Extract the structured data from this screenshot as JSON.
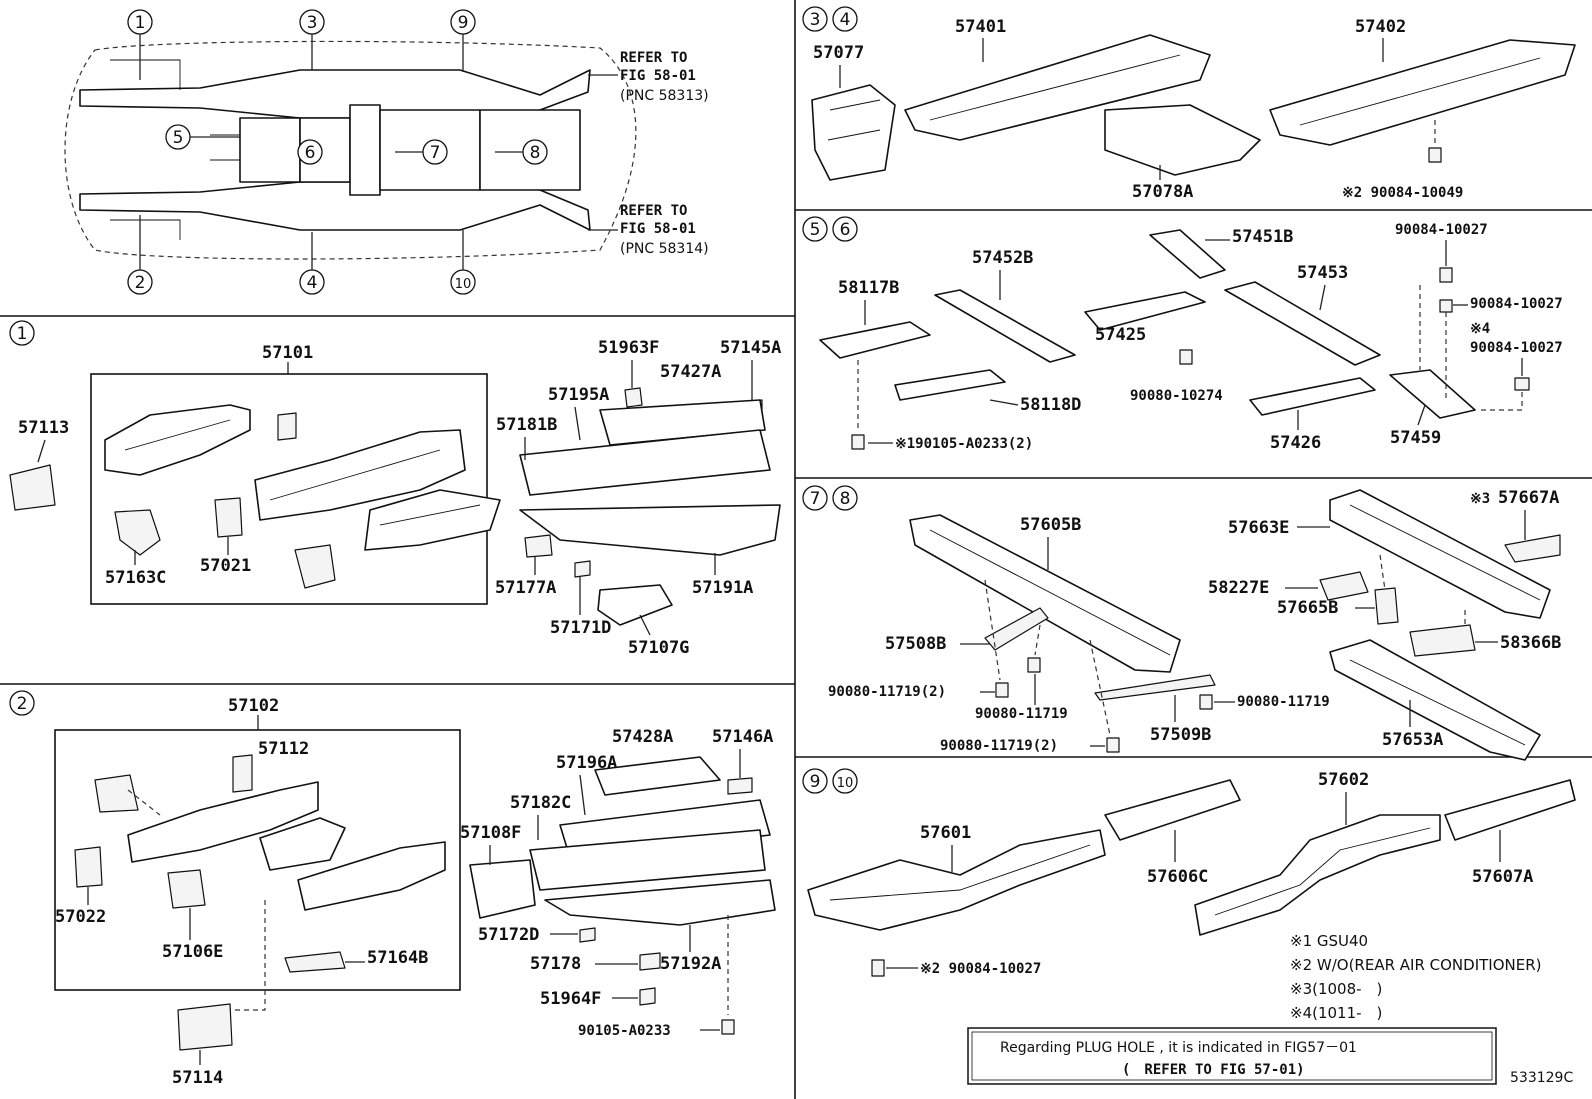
{
  "overview": {
    "refer_upper": [
      "REFER TO",
      "FIG 58-01",
      "(PNC 58313)"
    ],
    "refer_lower": [
      "REFER TO",
      "FIG 58-01",
      "(PNC 58314)"
    ],
    "markers": [
      "①",
      "②",
      "③",
      "④",
      "⑤",
      "⑥",
      "⑦",
      "⑧",
      "⑨",
      "⑩"
    ]
  },
  "sec1": {
    "marker": "①",
    "labels": [
      "57101",
      "57113",
      "57163C",
      "57021",
      "51963F",
      "57145A",
      "57195A",
      "57427A",
      "57181B",
      "57177A",
      "57191A",
      "57171D",
      "57107G"
    ]
  },
  "sec2": {
    "marker": "②",
    "labels": [
      "57102",
      "57112",
      "57022",
      "57106E",
      "57164B",
      "57114",
      "57428A",
      "57146A",
      "57196A",
      "57182C",
      "57108F",
      "57172D",
      "57178",
      "57192A",
      "51964F",
      "90105-A0233"
    ]
  },
  "sec34": {
    "markers": [
      "③",
      "④"
    ],
    "labels": [
      "57077",
      "57401",
      "57402",
      "57078A"
    ],
    "bolt": "※2 90084-10049"
  },
  "sec56": {
    "markers": [
      "⑤",
      "⑥"
    ],
    "labels": [
      "58117B",
      "57452B",
      "57451B",
      "57453",
      "57425",
      "58118D",
      "90080-10274",
      "57426",
      "57459"
    ],
    "bolt": "※190105-A0233(2)",
    "right_labels": [
      "90084-10027",
      "90084-10027",
      "※4",
      "90084-10027"
    ]
  },
  "sec78": {
    "markers": [
      "⑦",
      "⑧"
    ],
    "labels": [
      "57605B",
      "57508B",
      "57509B",
      "57663E",
      "57667A",
      "58227E",
      "57665B",
      "58366B",
      "57653A"
    ],
    "mark3": "※3",
    "bolts": [
      "90080-11719(2)",
      "90080-11719",
      "90080-11719",
      "90080-11719(2)"
    ]
  },
  "sec910": {
    "markers": [
      "⑨",
      "⑩"
    ],
    "labels": [
      "57601",
      "57606C",
      "57602",
      "57607A"
    ],
    "bolt": "※2 90084-10027",
    "notes": [
      "※1 GSU40",
      "※2 W/O(REAR AIR CONDITIONER)",
      "※3(1008-　)",
      "※4(1011-　)"
    ]
  },
  "plug_box": {
    "line1": "Regarding PLUG HOLE , it is indicated in FIG57－01",
    "line2": "(　REFER TO FIG 57-01)"
  },
  "figure_id": "533129C"
}
